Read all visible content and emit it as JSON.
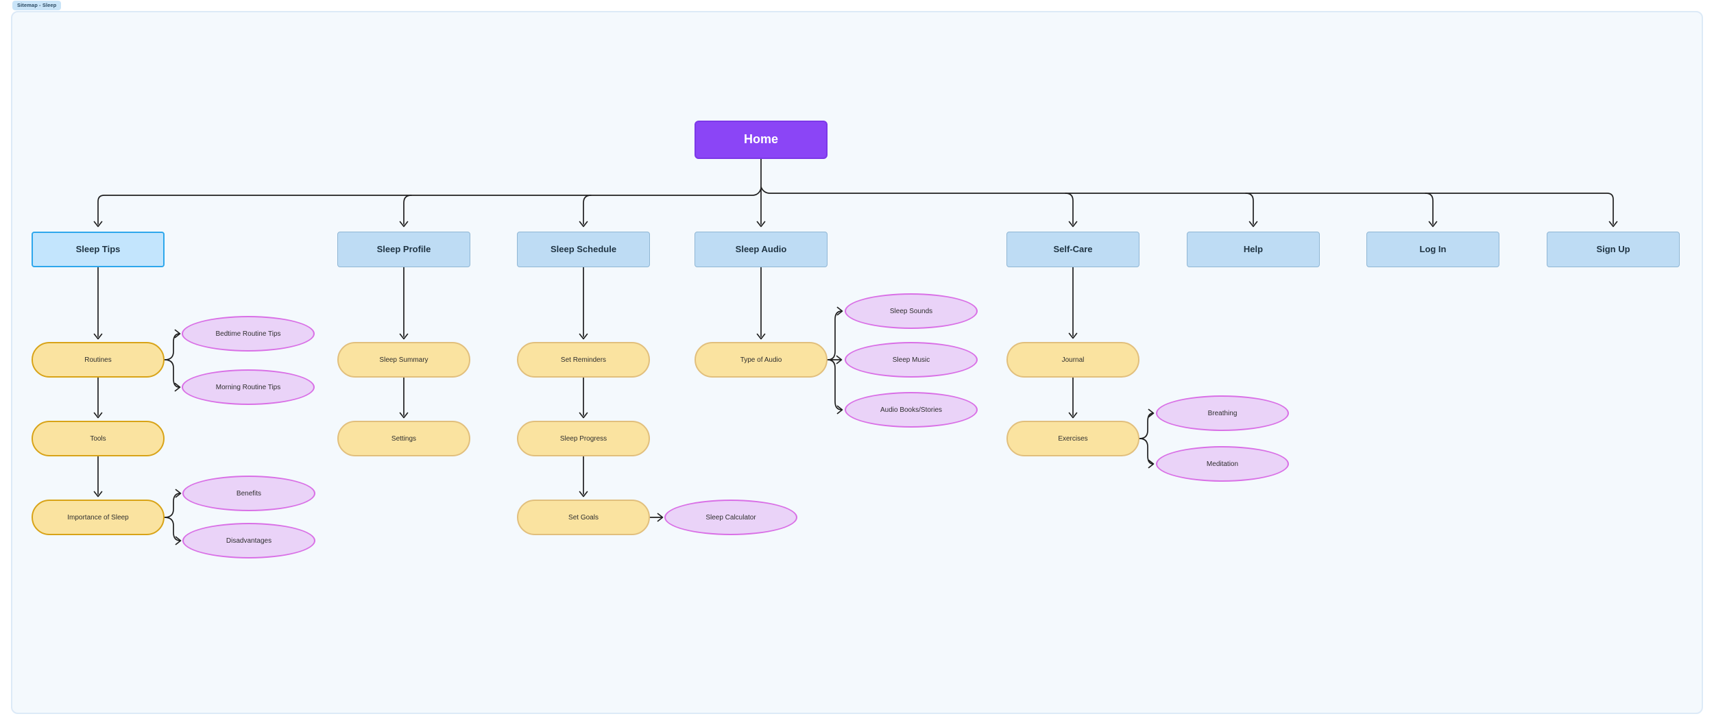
{
  "board": {
    "title": "Sitemap - Sleep"
  },
  "colors": {
    "canvas_bg": "#f4f9fd",
    "canvas_border": "#dceaf7",
    "root_fill": "#8b45f6",
    "page_fill": "#bedcf4",
    "page_border": "#8fb6d4",
    "selected_border": "#2ea7ec",
    "feature_fill": "#fae3a0",
    "feature_border_strong": "#d8a317",
    "feature_border_soft": "#e1bf7d",
    "content_fill": "#ead3f8",
    "content_border": "#d970e6",
    "connector": "#1f1f1f"
  },
  "nodes": {
    "home": {
      "label": "Home",
      "type": "root"
    },
    "sleep_tips": {
      "label": "Sleep Tips",
      "type": "page",
      "selected": true
    },
    "sleep_profile": {
      "label": "Sleep Profile",
      "type": "page"
    },
    "sleep_schedule": {
      "label": "Sleep Schedule",
      "type": "page"
    },
    "sleep_audio": {
      "label": "Sleep Audio",
      "type": "page"
    },
    "self_care": {
      "label": "Self-Care",
      "type": "page"
    },
    "help": {
      "label": "Help",
      "type": "page"
    },
    "log_in": {
      "label": "Log In",
      "type": "page"
    },
    "sign_up": {
      "label": "Sign Up",
      "type": "page"
    },
    "routines": {
      "label": "Routines",
      "type": "feature"
    },
    "tools": {
      "label": "Tools",
      "type": "feature"
    },
    "importance_of_sleep": {
      "label": "Importance of Sleep",
      "type": "feature"
    },
    "sleep_summary": {
      "label": "Sleep Summary",
      "type": "feature"
    },
    "settings": {
      "label": "Settings",
      "type": "feature"
    },
    "set_reminders": {
      "label": "Set Reminders",
      "type": "feature"
    },
    "sleep_progress": {
      "label": "Sleep Progress",
      "type": "feature"
    },
    "set_goals": {
      "label": "Set Goals",
      "type": "feature"
    },
    "type_of_audio": {
      "label": "Type of Audio",
      "type": "feature"
    },
    "journal": {
      "label": "Journal",
      "type": "feature"
    },
    "exercises": {
      "label": "Exercises",
      "type": "feature"
    },
    "bedtime_routine_tips": {
      "label": "Bedtime Routine Tips",
      "type": "content"
    },
    "morning_routine_tips": {
      "label": "Morning Routine Tips",
      "type": "content"
    },
    "benefits": {
      "label": "Benefits",
      "type": "content"
    },
    "disadvantages": {
      "label": "Disadvantages",
      "type": "content"
    },
    "sleep_calculator": {
      "label": "Sleep Calculator",
      "type": "content"
    },
    "sleep_sounds": {
      "label": "Sleep Sounds",
      "type": "content"
    },
    "sleep_music": {
      "label": "Sleep Music",
      "type": "content"
    },
    "audio_books_stories": {
      "label": "Audio Books/Stories",
      "type": "content"
    },
    "breathing": {
      "label": "Breathing",
      "type": "content"
    },
    "meditation": {
      "label": "Meditation",
      "type": "content"
    }
  },
  "edges": [
    [
      "home",
      "sleep_tips"
    ],
    [
      "home",
      "sleep_profile"
    ],
    [
      "home",
      "sleep_schedule"
    ],
    [
      "home",
      "sleep_audio"
    ],
    [
      "home",
      "self_care"
    ],
    [
      "home",
      "help"
    ],
    [
      "home",
      "log_in"
    ],
    [
      "home",
      "sign_up"
    ],
    [
      "sleep_tips",
      "routines"
    ],
    [
      "routines",
      "bedtime_routine_tips"
    ],
    [
      "routines",
      "morning_routine_tips"
    ],
    [
      "routines",
      "tools"
    ],
    [
      "tools",
      "importance_of_sleep"
    ],
    [
      "importance_of_sleep",
      "benefits"
    ],
    [
      "importance_of_sleep",
      "disadvantages"
    ],
    [
      "sleep_profile",
      "sleep_summary"
    ],
    [
      "sleep_summary",
      "settings"
    ],
    [
      "sleep_schedule",
      "set_reminders"
    ],
    [
      "set_reminders",
      "sleep_progress"
    ],
    [
      "sleep_progress",
      "set_goals"
    ],
    [
      "set_goals",
      "sleep_calculator"
    ],
    [
      "sleep_audio",
      "type_of_audio"
    ],
    [
      "type_of_audio",
      "sleep_sounds"
    ],
    [
      "type_of_audio",
      "sleep_music"
    ],
    [
      "type_of_audio",
      "audio_books_stories"
    ],
    [
      "self_care",
      "journal"
    ],
    [
      "journal",
      "exercises"
    ],
    [
      "exercises",
      "breathing"
    ],
    [
      "exercises",
      "meditation"
    ]
  ]
}
